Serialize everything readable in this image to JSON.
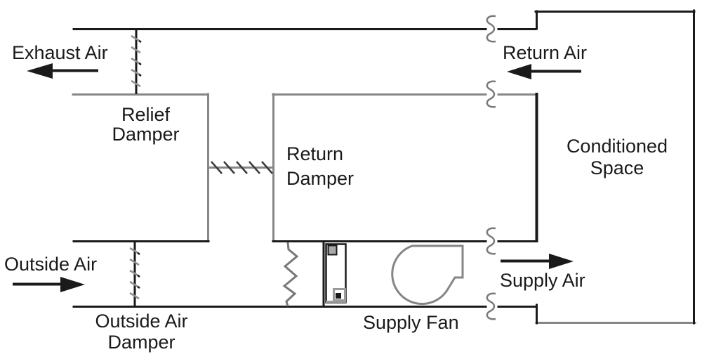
{
  "labels": {
    "exhaust_air": "Exhaust Air",
    "relief_damper": [
      "Relief",
      "Damper"
    ],
    "return_air": "Return Air",
    "return_damper": [
      "Return",
      "Damper"
    ],
    "conditioned_space": [
      "Conditioned",
      "Space"
    ],
    "outside_air": "Outside Air",
    "outside_air_damper": [
      "Outside Air",
      "Damper"
    ],
    "supply_fan": "Supply Fan",
    "supply_air": "Supply Air"
  },
  "arrows": [
    {
      "name": "exhaust-air-arrow",
      "direction": "left"
    },
    {
      "name": "return-air-arrow",
      "direction": "left"
    },
    {
      "name": "outside-air-arrow",
      "direction": "right"
    },
    {
      "name": "supply-air-arrow",
      "direction": "right"
    }
  ],
  "icons": [
    {
      "name": "relief-damper-icon",
      "shape": "vertical-line-with-damper-ticks"
    },
    {
      "name": "outside-air-damper-icon",
      "shape": "vertical-line-with-damper-ticks"
    },
    {
      "name": "return-damper-icon",
      "shape": "horizontal-line-with-damper-ticks"
    },
    {
      "name": "filter-icon",
      "shape": "vertical-zigzag"
    },
    {
      "name": "coil-icon",
      "shape": "rectangle-with-connector-squares"
    },
    {
      "name": "supply-fan-icon",
      "shape": "centrifugal-fan-scroll"
    },
    {
      "name": "duct-break-icon",
      "shape": "s-squiggle",
      "count": 4
    }
  ],
  "colors": {
    "primary_line": "#1a1a1a",
    "secondary_line": "#878787",
    "text": "#1a1a1a",
    "background": "#ffffff"
  }
}
